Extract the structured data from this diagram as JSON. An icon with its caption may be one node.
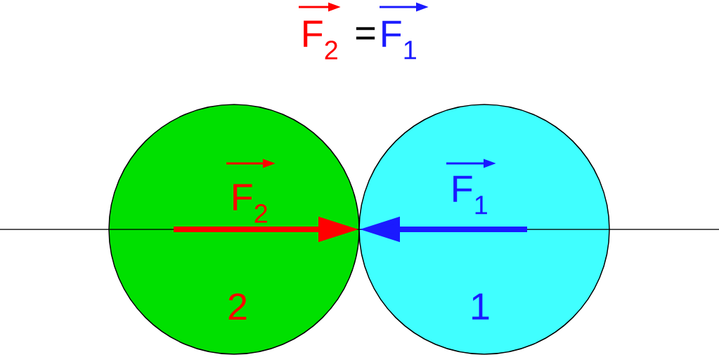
{
  "diagram": {
    "nodes": [
      {
        "text": [
          "F$_{2}$",
          "2"
        ]
      },
      {
        "text": [
          "F$_{1}$",
          "1"
        ]
      }
    ],
    "labels": [
      "F$_{2}$",
      "=",
      "F$_{1}$"
    ]
  }
}
